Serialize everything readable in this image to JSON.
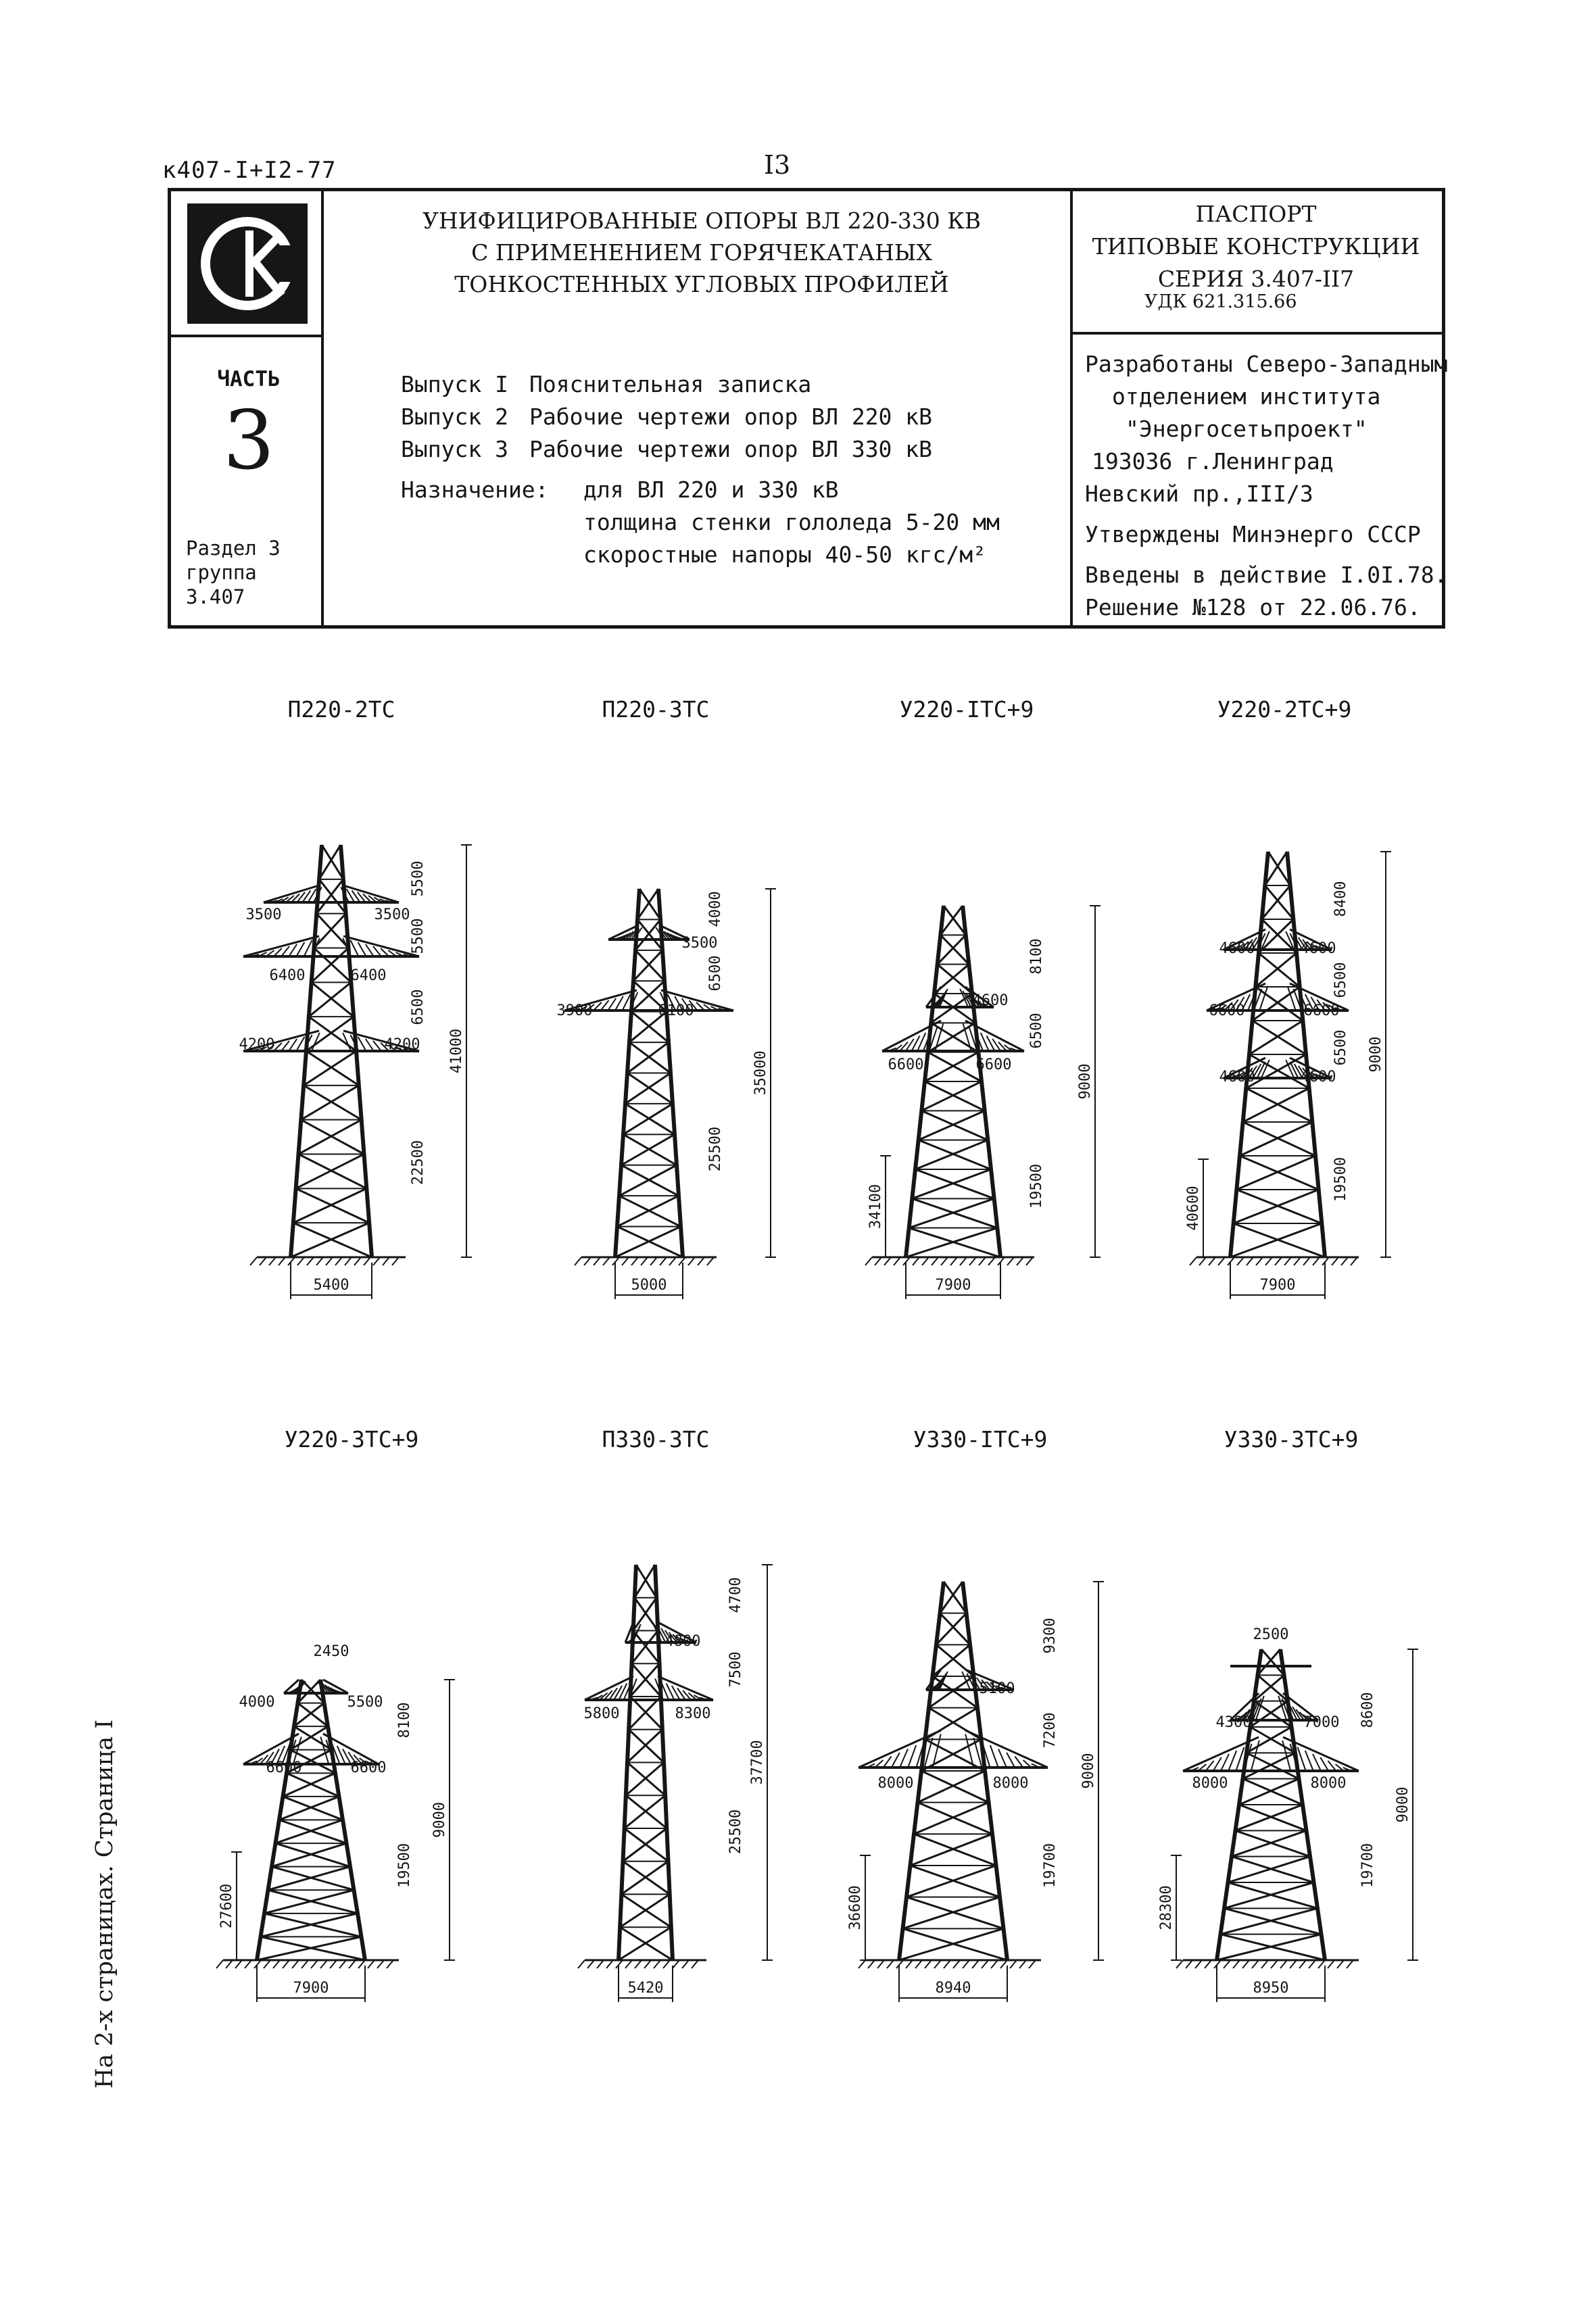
{
  "doc_code": "к407-I+I2-77",
  "page_number": "I3",
  "logo_text": "СК",
  "title_lines": [
    "УНИФИЦИРОВАННЫЕ ОПОРЫ ВЛ 220-330 КВ",
    "С ПРИМЕНЕНИЕМ ГОРЯЧЕКАТАНЫХ",
    "ТОНКОСТЕННЫХ УГЛОВЫХ ПРОФИЛЕЙ"
  ],
  "passport_lines": [
    "ПАСПОРТ",
    "ТИПОВЫЕ КОНСТРУКЦИИ",
    "СЕРИЯ 3.407-II7"
  ],
  "udk": "УДК 621.315.66",
  "part_label": "ЧАСТЬ",
  "part_number": "3",
  "section_lines": [
    "Раздел 3",
    "группа",
    "3.407"
  ],
  "issues": [
    {
      "label": "Выпуск I",
      "text": "Пояснительная записка"
    },
    {
      "label": "Выпуск 2",
      "text": "Рабочие чертежи опор ВЛ 220 кВ"
    },
    {
      "label": "Выпуск 3",
      "text": "Рабочие чертежи опор ВЛ 330 кВ"
    }
  ],
  "purpose": {
    "label": "Назначение:",
    "lines": [
      "для ВЛ 220 и 330 кВ",
      "толщина стенки гололеда 5-20 мм",
      "скоростные напоры 40-50 кгс/м²"
    ]
  },
  "developer_lines": [
    "Разработаны Северо-Западным",
    "отделением института",
    "\"Энергосетьпроект\"",
    "193036 г.Ленинград",
    "Невский пр.,III/3"
  ],
  "approval": "Утверждены Минэнерго СССР",
  "effective": "Введены в действие I.0I.78.",
  "decision": "Решение №128 от 22.06.76.",
  "side_note": "На 2-х страницах.   Страница I",
  "towers": [
    {
      "name": "П220-2ТС",
      "dims": [
        "3500",
        "3500",
        "6400",
        "6400",
        "4200",
        "4200",
        "5500",
        "5500",
        "6500",
        "22500",
        "41000",
        "5400"
      ]
    },
    {
      "name": "П220-3ТС",
      "dims": [
        "3500",
        "3900",
        "6100",
        "4000",
        "6500",
        "25500",
        "35000",
        "5000"
      ]
    },
    {
      "name": "У220-IТС+9",
      "dims": [
        "4600",
        "6600",
        "6600",
        "8100",
        "6500",
        "19500",
        "34100",
        "9000",
        "7900"
      ]
    },
    {
      "name": "У220-2ТС+9",
      "dims": [
        "4600",
        "4600",
        "6600",
        "6600",
        "4600",
        "4600",
        "8400",
        "6500",
        "6500",
        "19500",
        "40600",
        "9000",
        "7900"
      ]
    },
    {
      "name": "У220-3ТС+9",
      "dims": [
        "2450",
        "4000",
        "5500",
        "6600",
        "6600",
        "8100",
        "19500",
        "27600",
        "9000",
        "7900"
      ]
    },
    {
      "name": "П330-3ТС",
      "dims": [
        "4800",
        "5800",
        "8300",
        "4700",
        "7500",
        "25500",
        "37700",
        "5420"
      ]
    },
    {
      "name": "У330-IТС+9",
      "dims": [
        "5100",
        "8000",
        "8000",
        "9300",
        "7200",
        "19700",
        "36600",
        "9000",
        "8940"
      ]
    },
    {
      "name": "У330-3ТС+9",
      "dims": [
        "2500",
        "4300",
        "7000",
        "8000",
        "8000",
        "8600",
        "19700",
        "28300",
        "9000",
        "8950"
      ]
    }
  ]
}
